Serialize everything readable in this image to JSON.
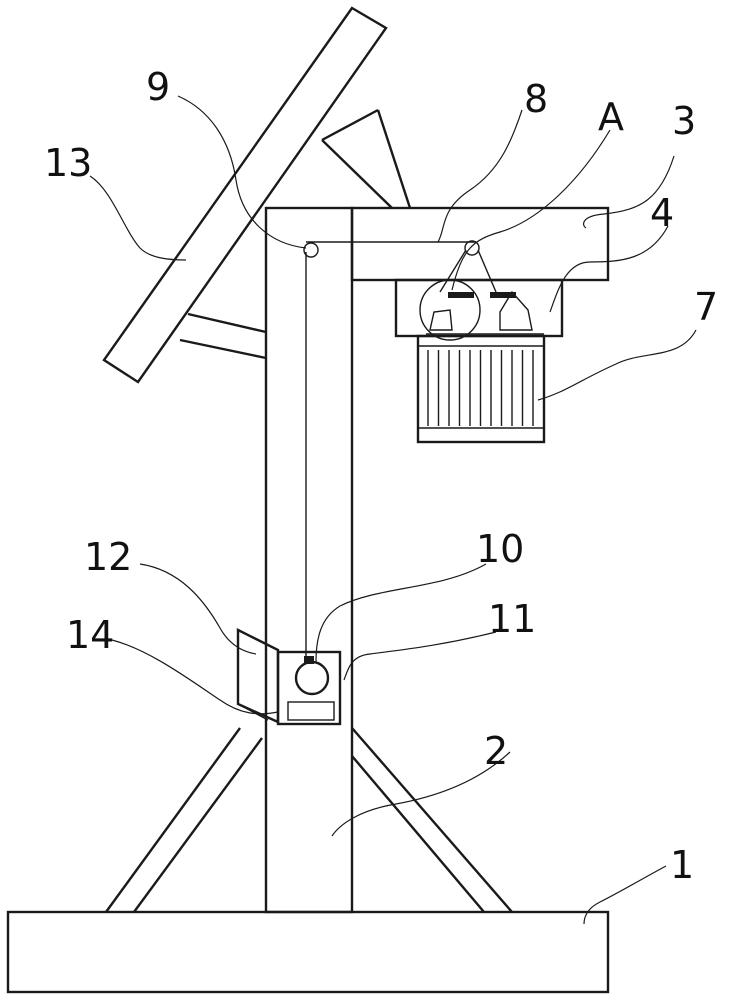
{
  "labels": {
    "l1": "1",
    "l2": "2",
    "l3": "3",
    "l4": "4",
    "l7": "7",
    "l8": "8",
    "lA": "A",
    "l9": "9",
    "l10": "10",
    "l11": "11",
    "l12": "12",
    "l13": "13",
    "l14": "14"
  },
  "colors": {
    "line": "#1a1a1a",
    "background": "#ffffff"
  }
}
